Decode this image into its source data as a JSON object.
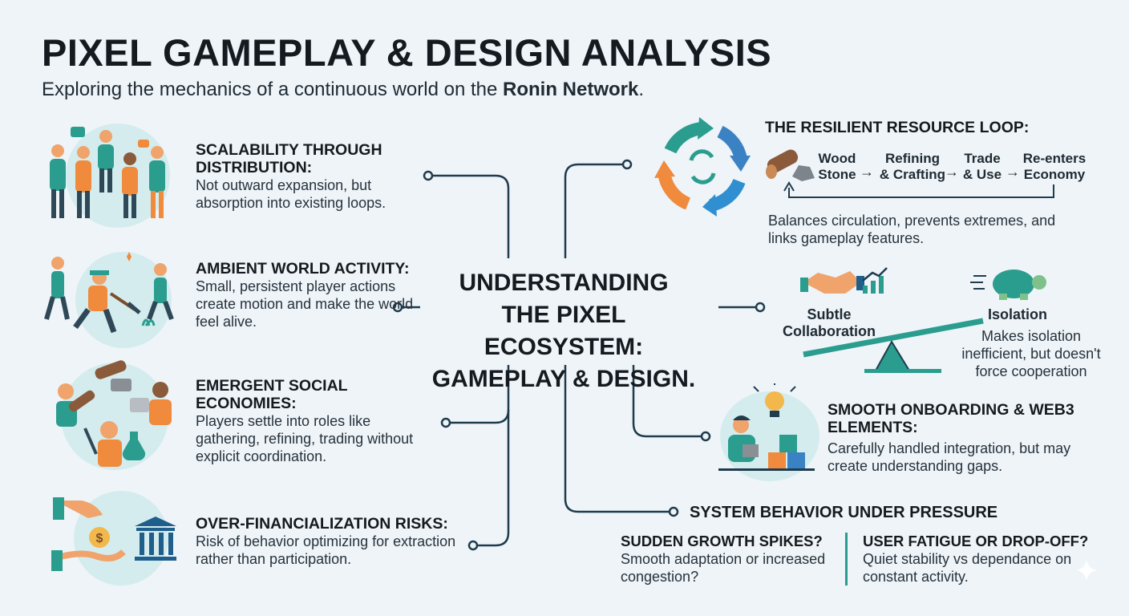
{
  "title": "PIXEL GAMEPLAY & DESIGN ANALYSIS",
  "subtitle": {
    "prefix": "Exploring the mechanics of a continuous world on the ",
    "emphasis": "Ronin Network",
    "suffix": "."
  },
  "center": {
    "line1": "UNDERSTANDING",
    "line2": "THE PIXEL ECOSYSTEM:",
    "line3": "GAMEPLAY & DESIGN."
  },
  "left_blocks": [
    {
      "heading": "SCALABILITY THROUGH DISTRIBUTION:",
      "text": "Not outward expansion, but absorption into existing loops.",
      "icon": "crowd-icon"
    },
    {
      "heading": "AMBIENT WORLD ACTIVITY:",
      "text": "Small, persistent player actions create motion and make the world feel alive.",
      "icon": "farming-icon"
    },
    {
      "heading": "EMERGENT SOCIAL ECONOMIES:",
      "text": "Players settle into roles like gathering, refining, trading without explicit coordination.",
      "icon": "roles-icon"
    },
    {
      "heading": "OVER-FINANCIALIZATION RISKS:",
      "text": "Risk of behavior optimizing for extraction rather than participation.",
      "icon": "finance-icon"
    }
  ],
  "resource_loop": {
    "heading": "THE RESILIENT RESOURCE LOOP:",
    "steps": [
      "Wood Stone",
      "Refining & Crafting",
      "Trade & Use",
      "Re-enters Economy"
    ],
    "text": "Balances circulation, prevents extremes, and links gameplay features."
  },
  "balance": {
    "left_label": "Subtle Collaboration",
    "right_label": "Isolation",
    "text": "Makes isolation inefficient, but doesn't force cooperation"
  },
  "onboarding": {
    "heading": "SMOOTH ONBOARDING & WEB3 ELEMENTS:",
    "text": "Carefully handled integration, but may create understanding gaps."
  },
  "pressure": {
    "heading": "SYSTEM BEHAVIOR UNDER PRESSURE",
    "items": [
      {
        "heading": "SUDDEN GROWTH SPIKES?",
        "text": "Smooth adaptation or increased congestion?"
      },
      {
        "heading": "USER FATIGUE OR DROP-OFF?",
        "text": "Quiet stability vs dependance on constant activity."
      }
    ]
  },
  "colors": {
    "teal": "#2a9d8f",
    "orange": "#f08a3c",
    "blue": "#3b82c4",
    "line": "#1f3b4d",
    "background": "#eef4f8"
  }
}
